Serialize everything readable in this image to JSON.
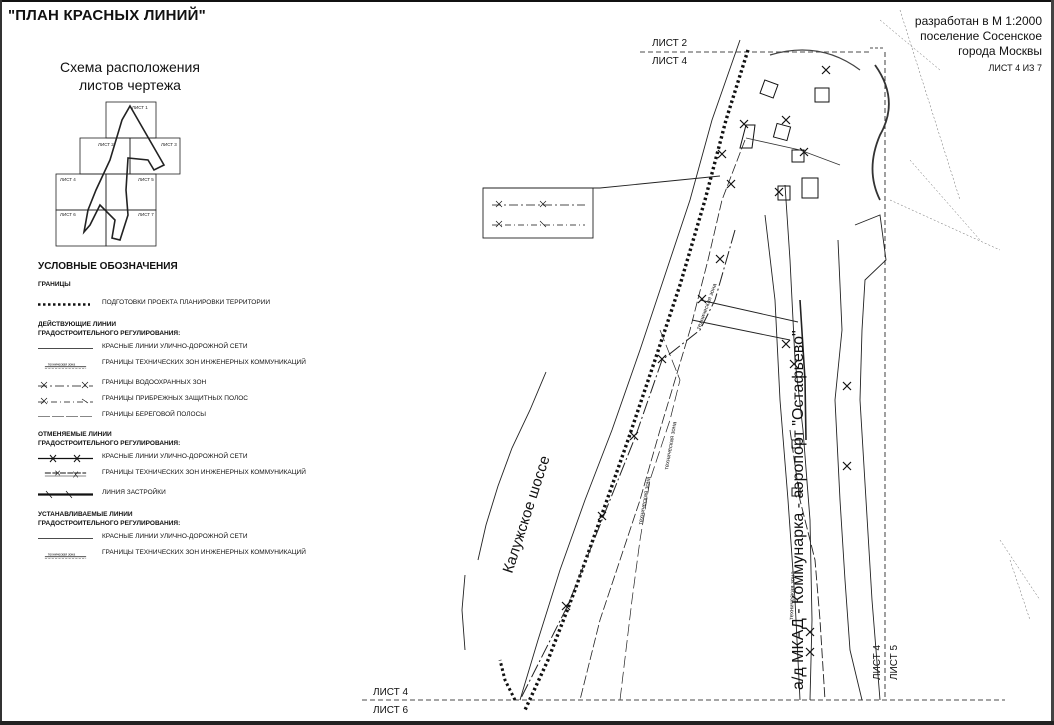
{
  "title": "\"ПЛАН КРАСНЫХ ЛИНИЙ\"",
  "header": {
    "line1": "разработан в М 1:2000",
    "line2": "поселение Сосенское",
    "line3": "города Москвы",
    "sheet": "ЛИСТ 4 ИЗ 7"
  },
  "schema": {
    "title_line1": "Схема расположения",
    "title_line2": "листов чертежа",
    "sheets": [
      "ЛИСТ 1",
      "ЛИСТ 2",
      "ЛИСТ 3",
      "ЛИСТ 4",
      "ЛИСТ 5",
      "ЛИСТ 6",
      "ЛИСТ 7"
    ]
  },
  "legend": {
    "heading": "УСЛОВНЫЕ ОБОЗНАЧЕНИЯ",
    "boundaries": "ГРАНИЦЫ",
    "items_boundaries": [
      {
        "text": "ПОДГОТОВКИ ПРОЕКТА ПЛАНИРОВКИ ТЕРРИТОРИИ"
      }
    ],
    "existing_title": "ДЕЙСТВУЮЩИЕ ЛИНИИ ГРАДОСТРОИТЕЛЬНОГО РЕГУЛИРОВАНИЯ:",
    "existing": [
      {
        "text": "КРАСНЫЕ ЛИНИИ УЛИЧНО-ДОРОЖНОЙ СЕТИ"
      },
      {
        "text": "ГРАНИЦЫ ТЕХНИЧЕСКИХ ЗОН ИНЖЕНЕРНЫХ КОММУНИКАЦИЙ",
        "symbol_label": "техническая зона"
      },
      {
        "text": "ГРАНИЦЫ ВОДООХРАННЫХ ЗОН"
      },
      {
        "text": "ГРАНИЦЫ ПРИБРЕЖНЫХ ЗАЩИТНЫХ ПОЛОС"
      },
      {
        "text": "ГРАНИЦЫ БЕРЕГОВОЙ ПОЛОСЫ"
      }
    ],
    "cancelled_title": "ОТМЕНЯЕМЫЕ ЛИНИИ ГРАДОСТРОИТЕЛЬНОГО РЕГУЛИРОВАНИЯ:",
    "cancelled": [
      {
        "text": "КРАСНЫЕ ЛИНИИ УЛИЧНО-ДОРОЖНОЙ СЕТИ"
      },
      {
        "text": "ГРАНИЦЫ ТЕХНИЧЕСКИХ ЗОН ИНЖЕНЕРНЫХ КОММУНИКАЦИЙ"
      },
      {
        "text": "ЛИНИЯ ЗАСТРОЙКИ"
      }
    ],
    "established_title": "УСТАНАВЛИВАЕМЫЕ ЛИНИИ ГРАДОСТРОИТЕЛЬНОГО РЕГУЛИРОВАНИЯ:",
    "established": [
      {
        "text": "КРАСНЫЕ ЛИНИИ УЛИЧНО-ДОРОЖНОЙ СЕТИ"
      },
      {
        "text": "ГРАНИЦЫ ТЕХНИЧЕСКИХ ЗОН ИНЖЕНЕРНЫХ КОММУНИКАЦИЙ",
        "symbol_label": "техническая зона"
      }
    ]
  },
  "map": {
    "sheet_top_a": "ЛИСТ 2",
    "sheet_top_b": "ЛИСТ 4",
    "sheet_bottom_a": "ЛИСТ 4",
    "sheet_bottom_b": "ЛИСТ 6",
    "sheet_right_a": "ЛИСТ 4",
    "sheet_right_b": "ЛИСТ 5",
    "road1": "Калужское шоссе",
    "road2": "а/д МКАД - Коммунарка - аэропорт \"Остафьево\"",
    "zone_label": "техническая зона"
  }
}
